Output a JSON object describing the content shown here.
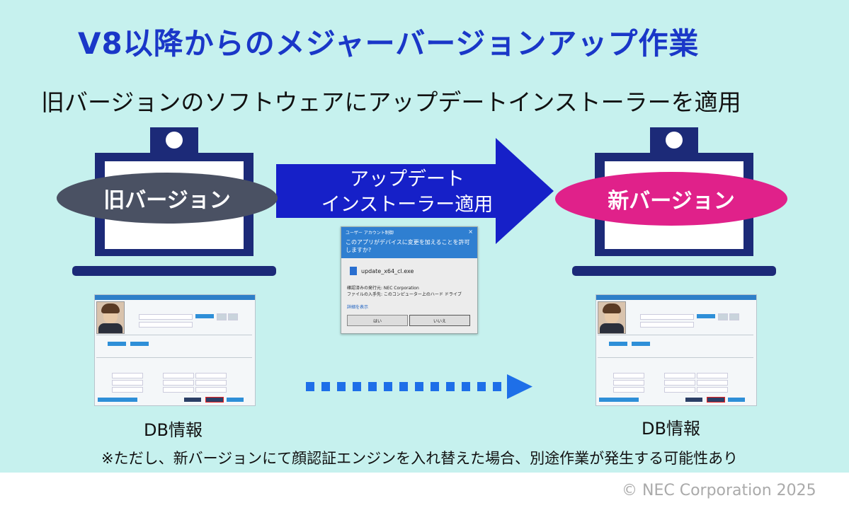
{
  "title": "V8以降からのメジャーバージョンアップ作業",
  "subtitle": "旧バージョンのソフトウェアにアップデートインストーラーを適用",
  "old_version_label": "旧バージョン",
  "new_version_label": "新バージョン",
  "arrow_label": {
    "line1": "アップデート",
    "line2": "インストーラー適用"
  },
  "uac_dialog": {
    "caption": "ユーザー アカウント制御",
    "close": "×",
    "question": "このアプリがデバイスに変更を加えることを許可しますか?",
    "file": "update_x64_cl.exe",
    "publisher": "確認済みの発行元: NEC Corporation",
    "origin": "ファイルの入手先: このコンピューター上のハード ドライブ",
    "details_link": "詳細を表示",
    "yes_button": "はい",
    "no_button": "いいえ"
  },
  "db_label_left": "DB情報",
  "db_label_right": "DB情報",
  "note": "※ただし、新バージョンにて顔認証エンジンを入れ替えた場合、別途作業が発生する可能性あり",
  "copyright": "© NEC Corporation 2025",
  "colors": {
    "background": "#c6f1ee",
    "title": "#1a37c8",
    "laptop": "#1c2a78",
    "arrow": "#1620c8",
    "old_ellipse": "#4a5163",
    "new_ellipse": "#e0218a",
    "dotted_arrow": "#1e6fe8"
  },
  "icons": [
    "laptop-icon",
    "webcam-icon",
    "arrow-right-icon",
    "dotted-arrow-icon",
    "app-file-icon",
    "person-photo-icon"
  ]
}
